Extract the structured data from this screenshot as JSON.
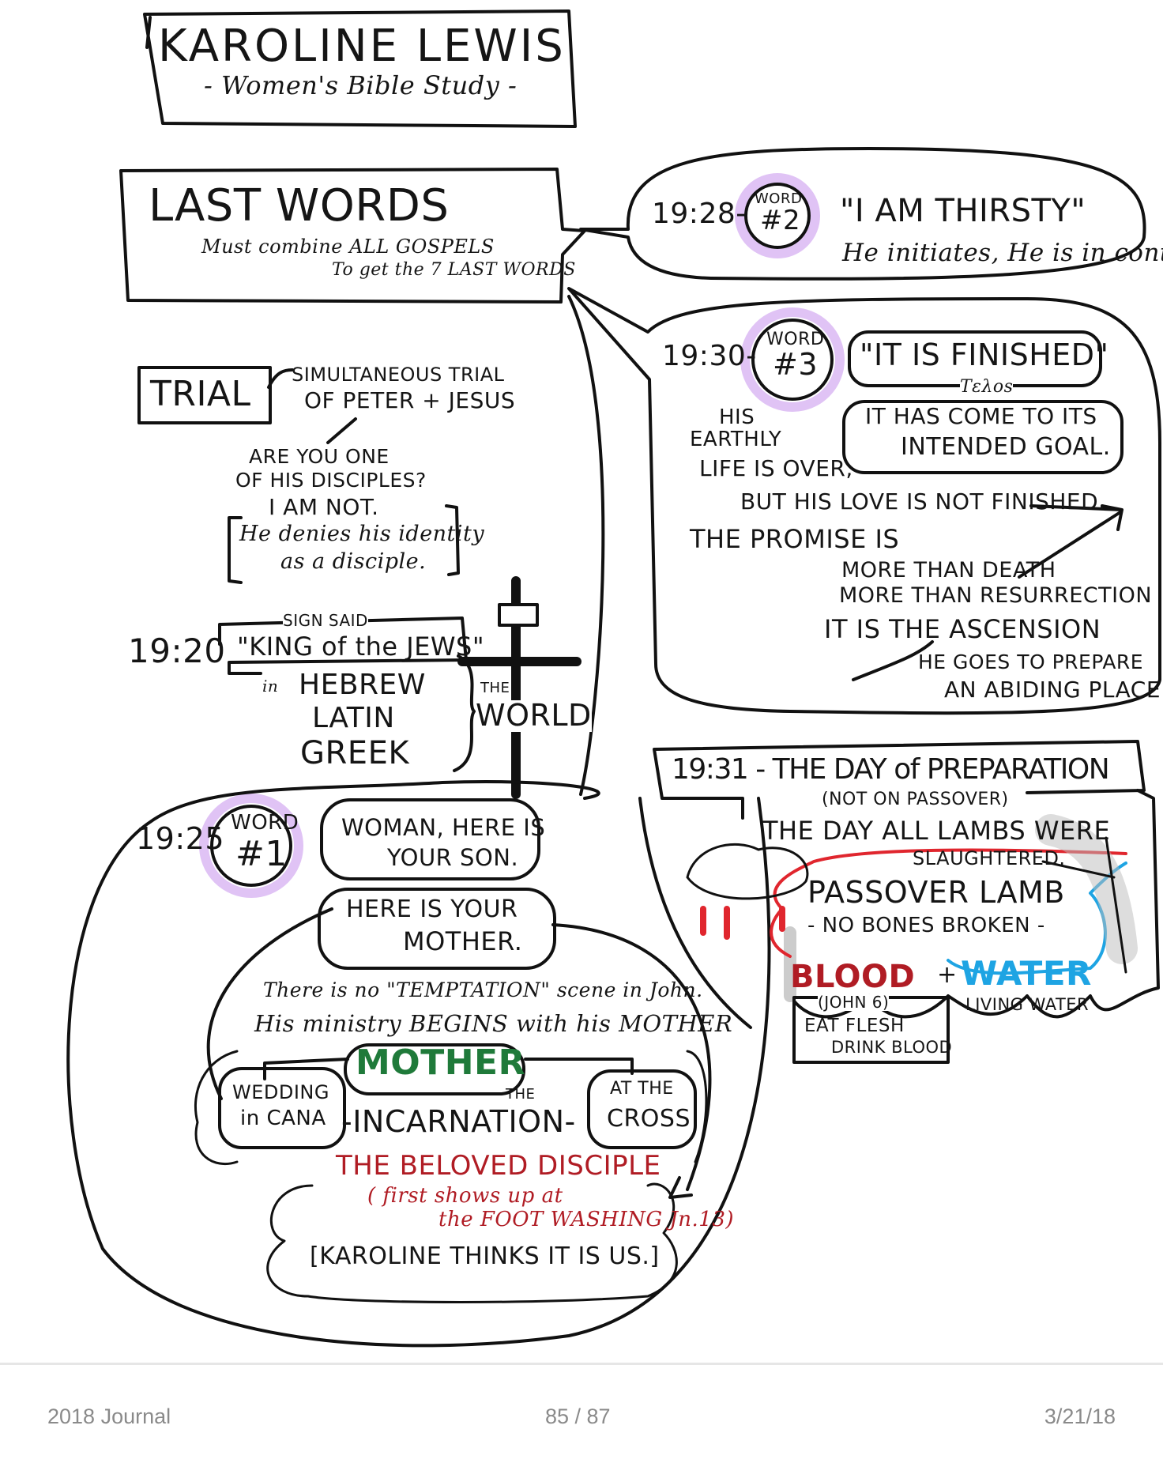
{
  "header": {
    "title": "KAROLINE LEWIS",
    "subtitle": "- Women's Bible Study -"
  },
  "last_words": {
    "title": "LAST WORDS",
    "line1": "Must combine ALL GOSPELS",
    "line2": "To get the 7 LAST WORDS"
  },
  "word2": {
    "ref": "19:28-",
    "badge_top": "WORD",
    "badge_num": "#2",
    "quote": "\"I AM THIRSTY\"",
    "note": "He initiates, He is in control."
  },
  "word3": {
    "ref": "19:30-",
    "badge_top": "WORD",
    "badge_num": "#3",
    "quote": "\"IT IS FINISHED\"",
    "greek": "Tελos",
    "goal1": "IT HAS COME TO ITS",
    "goal2": "INTENDED GOAL.",
    "life1": "HIS",
    "life2": "EARTHLY",
    "life3": "LIFE IS OVER,",
    "love": "BUT HIS LOVE IS NOT FINISHED.",
    "promise": "THE PROMISE IS",
    "more1": "MORE THAN DEATH",
    "more2": "MORE THAN RESURRECTION",
    "ascension": "IT IS THE ASCENSION",
    "prepare1": "HE GOES TO PREPARE",
    "prepare2": "AN ABIDING PLACE"
  },
  "trial": {
    "label": "TRIAL",
    "desc1": "SIMULTANEOUS TRIAL",
    "desc2": "OF PETER + JESUS",
    "q1": "ARE YOU ONE",
    "q2": "OF HIS DISCIPLES?",
    "answer": "I AM NOT.",
    "note1": "He denies his identity",
    "note2": "as a disciple."
  },
  "sign": {
    "ref": "19:20",
    "said": "SIGN SAID",
    "text": "\"KING of the JEWS\"",
    "in": "in",
    "lang1": "HEBREW",
    "lang2": "LATIN",
    "lang3": "GREEK",
    "the": "THE",
    "world": "WORLD"
  },
  "word1": {
    "ref": "19:25",
    "badge_top": "WORD",
    "badge_num": "#1",
    "son1": "WOMAN, HERE IS",
    "son2": "YOUR SON.",
    "mother1": "HERE IS YOUR",
    "mother2": "MOTHER.",
    "temptation": "There is no \"TEMPTATION\" scene in John.",
    "ministry": "His ministry BEGINS with his MOTHER",
    "mother_label": "MOTHER",
    "the": "THE",
    "wedding1": "WEDDING",
    "wedding2": "in CANA",
    "incarnation": "-INCARNATION-",
    "cross1": "AT THE",
    "cross2": "CROSS",
    "beloved": "THE BELOVED DISCIPLE",
    "foot1": "( first shows up at",
    "foot2": "the FOOT WASHING Jn.13)",
    "karoline": "[KAROLINE THINKS IT IS US.]"
  },
  "prep": {
    "title": "19:31 - THE DAY of PREPARATION",
    "not": "(NOT ON PASSOVER)",
    "day": "THE DAY ALL LAMBS WERE",
    "slaughtered": "SLAUGHTERED.",
    "lamb": "PASSOVER LAMB",
    "bones": "- NO BONES BROKEN -",
    "blood": "BLOOD",
    "plus": "+",
    "water": "WATER",
    "living": "LIVING WATER",
    "john": "(JOHN 6)",
    "eat": "EAT FLESH",
    "drink": "DRINK BLOOD"
  },
  "colors": {
    "badge": "#e0c3f5",
    "red": "#b01c24",
    "green": "#1f7a3a",
    "blue": "#1ea4e3"
  },
  "footer": {
    "journal": "2018 Journal",
    "page": "85 / 87",
    "date": "3/21/18"
  }
}
